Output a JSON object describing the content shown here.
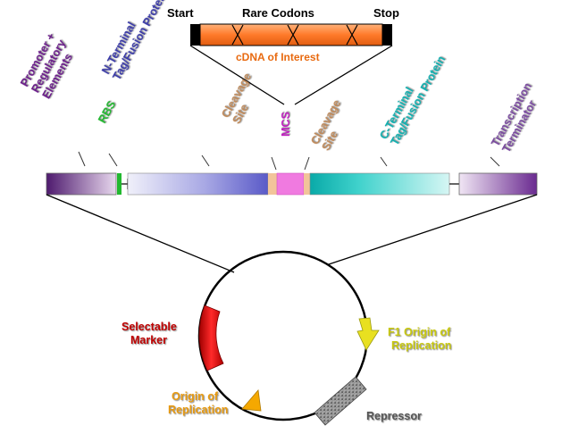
{
  "cdna": {
    "start": "Start",
    "rare_codons": "Rare Codons",
    "stop": "Stop",
    "label": "cDNA of Interest"
  },
  "elements": {
    "promoter": [
      "Promoter +",
      "Regulatory",
      "Elements"
    ],
    "rbs": "RBS",
    "n_terminal": [
      "N-Terminal",
      "Tag/Fusion Protein"
    ],
    "cleavage_left": [
      "Cleavage",
      "Site"
    ],
    "mcs": "MCS",
    "cleavage_right": [
      "Cleavage",
      "Site"
    ],
    "c_terminal": [
      "C-Terminal",
      "Tag/Fusion Protein"
    ],
    "terminator": [
      "Transcription",
      "Terminator"
    ]
  },
  "plasmid": {
    "selectable_marker": [
      "Selectable",
      "Marker"
    ],
    "f1_origin": [
      "F1 Origin of",
      "Replication"
    ],
    "origin": [
      "Origin of",
      "Replication"
    ],
    "repressor": "Repressor"
  },
  "colors": {
    "promoter": "#5a1f7a",
    "rbs": "#22b830",
    "n_terminal": "#6a6acc",
    "cleavage": "#f2c49a",
    "mcs": "#f07ae0",
    "c_terminal": "#1cc0b8",
    "terminator": "#7a4aa0",
    "cdna": "#ff8a3c",
    "selectable_marker": "#e01010",
    "f1_origin": "#e8e020",
    "origin": "#f5a800",
    "repressor": "#8a8a8a",
    "label_purple": "#6a1c8a",
    "label_blue": "#3a3aa8",
    "label_tan": "#c08a5a",
    "label_magenta": "#c020c0",
    "label_teal": "#10b0b0",
    "label_red": "#c00000",
    "label_yellow": "#c8c810",
    "label_orange": "#e89a10",
    "label_gray": "#555555"
  }
}
